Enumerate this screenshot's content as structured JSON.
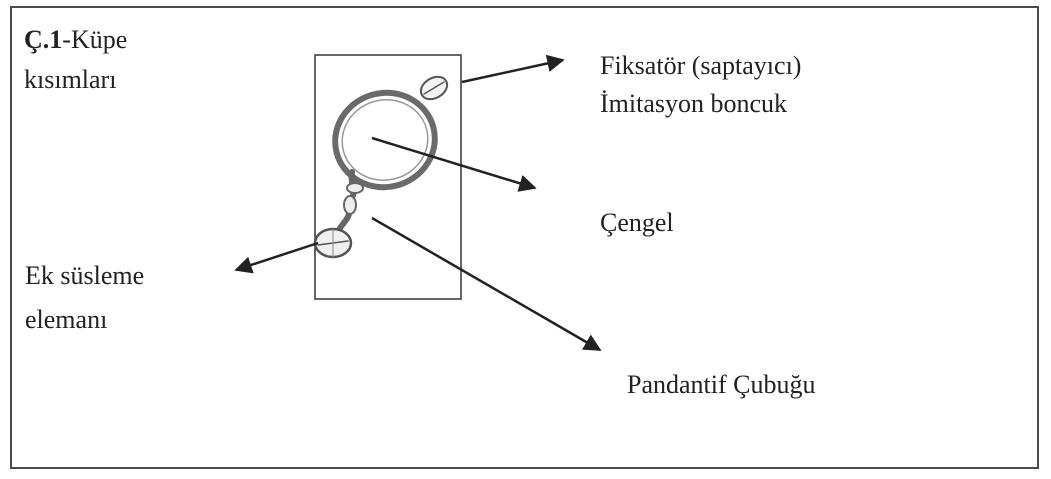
{
  "figure": {
    "title_code": "Ç.1",
    "title_text": "-Küpe",
    "title_line2": "kısımları"
  },
  "labels": {
    "fixator": "Fiksatör (saptayıcı)",
    "imitation_bead": "İmitasyon boncuk",
    "hook": "Çengel",
    "extra_ornament_line1": "Ek süsleme",
    "extra_ornament_line2": "elemanı",
    "pendant_rod": "Pandantif Çubuğu"
  }
}
